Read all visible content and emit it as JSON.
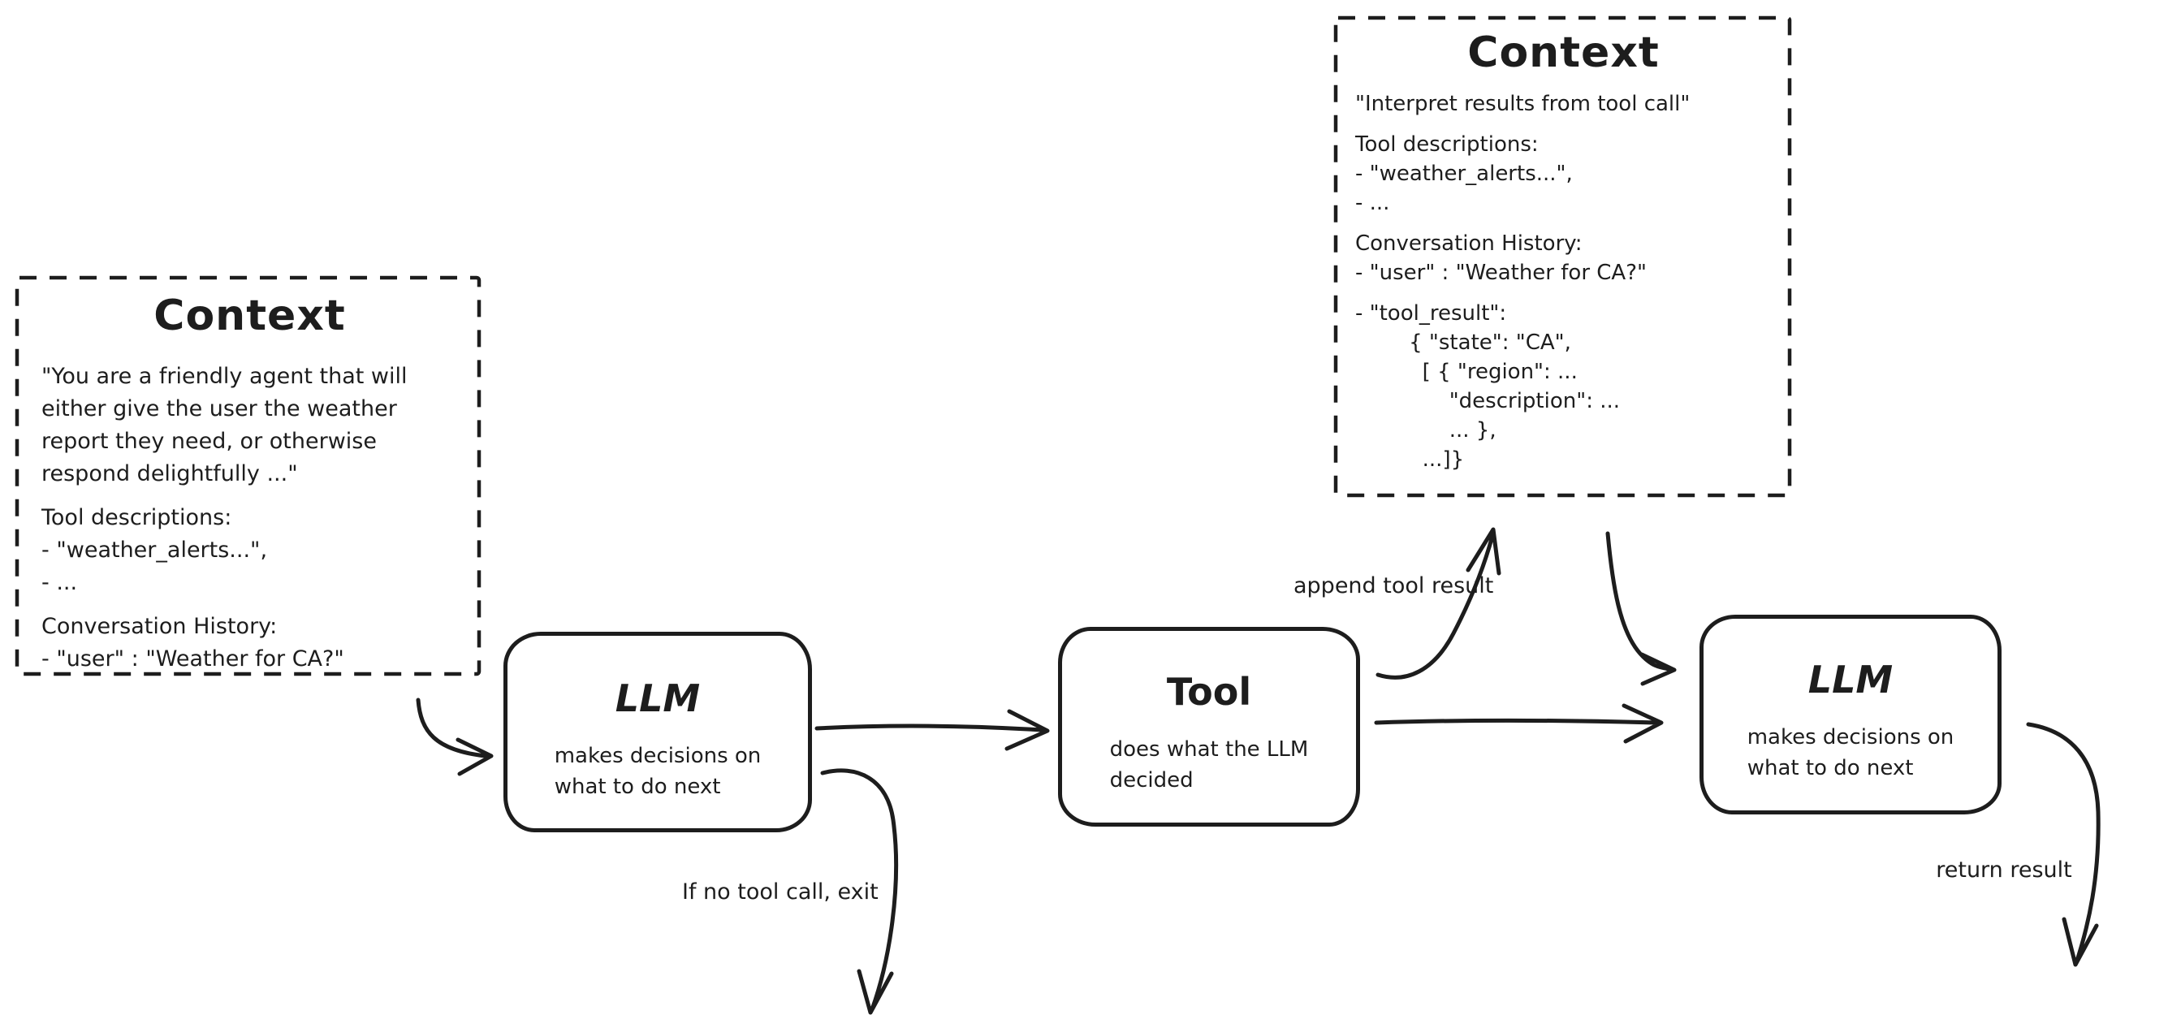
{
  "colors": {
    "ink": "#1d1d1d",
    "background": "#ffffff"
  },
  "context_left": {
    "title": "Context",
    "lines": [
      "\"You are a friendly agent that will",
      "either give the user the weather",
      "report they need, or otherwise",
      "respond delightfully ...\"",
      "",
      "Tool descriptions:",
      "- \"weather_alerts...\",",
      "- ...",
      "",
      "Conversation History:",
      "- \"user\" : \"Weather for CA?\""
    ]
  },
  "context_right": {
    "title": "Context",
    "lines": [
      "\"Interpret results from tool call\"",
      "",
      "Tool descriptions:",
      "- \"weather_alerts...\",",
      "- ...",
      "",
      "Conversation History:",
      "- \"user\" : \"Weather for CA?\"",
      "",
      "- \"tool_result\":",
      "        { \"state\": \"CA\",",
      "          [ { \"region\": ...",
      "              \"description\": ...",
      "              ... },",
      "          ...]}"
    ]
  },
  "nodes": {
    "llm1": {
      "title": "LLM",
      "subtitle": "makes decisions on\nwhat to do next"
    },
    "tool": {
      "title": "Tool",
      "subtitle": "does what the LLM\ndecided"
    },
    "llm2": {
      "title": "LLM",
      "subtitle": "makes decisions on\nwhat to do next"
    }
  },
  "arrow_labels": {
    "append_tool_result": "append tool result",
    "no_tool_call_exit": "If no tool call, exit",
    "return_result": "return result"
  }
}
